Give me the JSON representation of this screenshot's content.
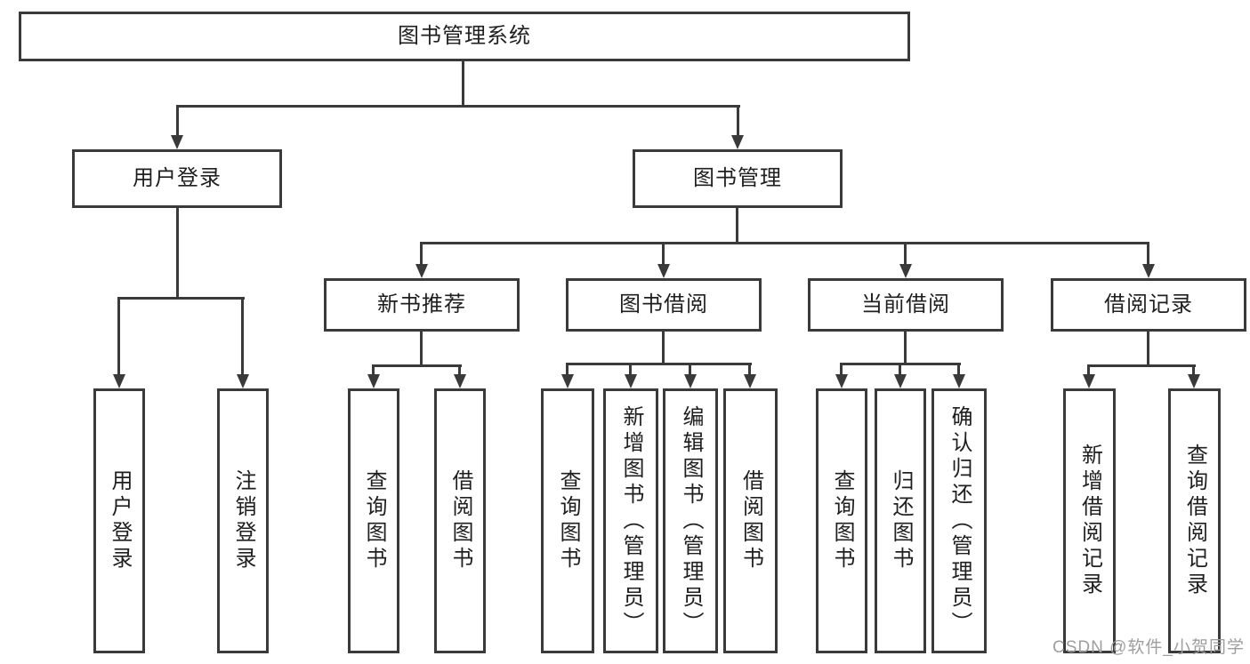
{
  "tree": {
    "label": "图书管理系统",
    "children": [
      {
        "label": "用户登录",
        "children": [
          {
            "label": "用户登录"
          },
          {
            "label": "注销登录"
          }
        ]
      },
      {
        "label": "图书管理",
        "children": [
          {
            "label": "新书推荐",
            "children": [
              {
                "label": "查询图书"
              },
              {
                "label": "借阅图书"
              }
            ]
          },
          {
            "label": "图书借阅",
            "children": [
              {
                "label": "查询图书"
              },
              {
                "label": "新增图书（管理员）"
              },
              {
                "label": "编辑图书（管理员）"
              },
              {
                "label": "借阅图书"
              }
            ]
          },
          {
            "label": "当前借阅",
            "children": [
              {
                "label": "查询图书"
              },
              {
                "label": "归还图书"
              },
              {
                "label": "确认归还（管理员）"
              }
            ]
          },
          {
            "label": "借阅记录",
            "children": [
              {
                "label": "新增借阅记录"
              },
              {
                "label": "查询借阅记录"
              }
            ]
          }
        ]
      }
    ]
  },
  "watermark": {
    "text": "CSDN @软件_小贺同学"
  },
  "colors": {
    "line": "#3a3a3a",
    "text": "#1f1f1f",
    "background": "#ffffff",
    "watermark": "#9e9e9e"
  }
}
